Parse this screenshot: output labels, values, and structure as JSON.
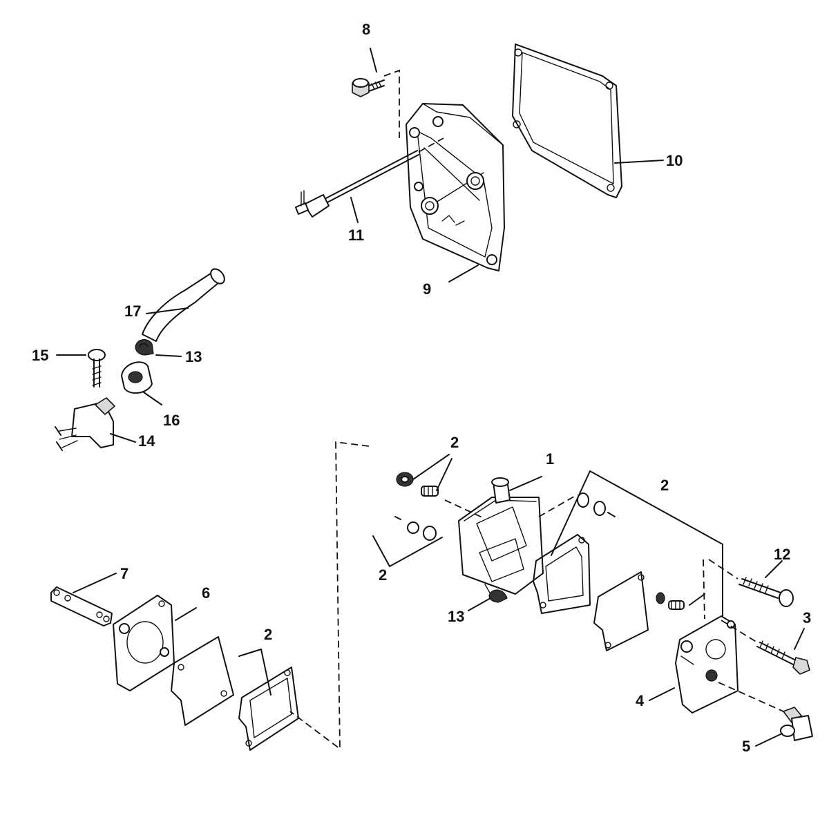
{
  "callouts": [
    {
      "id": "c1",
      "text": "1"
    },
    {
      "id": "c2a",
      "text": "2"
    },
    {
      "id": "c2b",
      "text": "2"
    },
    {
      "id": "c2c",
      "text": "2"
    },
    {
      "id": "c2d",
      "text": "2"
    },
    {
      "id": "c3",
      "text": "3"
    },
    {
      "id": "c4",
      "text": "4"
    },
    {
      "id": "c5",
      "text": "5"
    },
    {
      "id": "c6",
      "text": "6"
    },
    {
      "id": "c7",
      "text": "7"
    },
    {
      "id": "c8",
      "text": "8"
    },
    {
      "id": "c9",
      "text": "9"
    },
    {
      "id": "c10",
      "text": "10"
    },
    {
      "id": "c11",
      "text": "11"
    },
    {
      "id": "c12",
      "text": "12"
    },
    {
      "id": "c13a",
      "text": "13"
    },
    {
      "id": "c13b",
      "text": "13"
    },
    {
      "id": "c14",
      "text": "14"
    },
    {
      "id": "c15",
      "text": "15"
    },
    {
      "id": "c16",
      "text": "16"
    },
    {
      "id": "c17",
      "text": "17"
    }
  ]
}
